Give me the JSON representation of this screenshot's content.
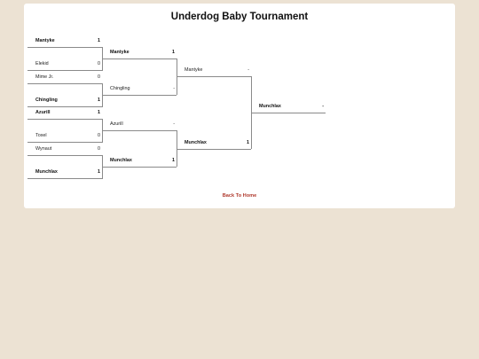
{
  "page": {
    "title": "Underdog Baby Tournament",
    "back_link": "Back To Home"
  },
  "bracket": {
    "round1": [
      {
        "name": "Mantyke",
        "score": "1",
        "winner": true
      },
      {
        "name": "Elekid",
        "score": "0",
        "winner": false
      },
      {
        "name": "Mime Jr.",
        "score": "0",
        "winner": false
      },
      {
        "name": "Chingling",
        "score": "1",
        "winner": true
      },
      {
        "name": "Azurill",
        "score": "1",
        "winner": true
      },
      {
        "name": "Toxel",
        "score": "0",
        "winner": false
      },
      {
        "name": "Wynaut",
        "score": "0",
        "winner": false
      },
      {
        "name": "Munchlax",
        "score": "1",
        "winner": true
      }
    ],
    "round2": [
      {
        "name": "Mantyke",
        "score": "1",
        "winner": true
      },
      {
        "name": "Chingling",
        "score": "-",
        "winner": false
      },
      {
        "name": "Azurill",
        "score": "-",
        "winner": false
      },
      {
        "name": "Munchlax",
        "score": "1",
        "winner": true
      }
    ],
    "round3": [
      {
        "name": "Mantyke",
        "score": "-",
        "winner": false
      },
      {
        "name": "Munchlax",
        "score": "1",
        "winner": true
      }
    ],
    "final": [
      {
        "name": "Munchlax",
        "score": "-",
        "winner": true
      }
    ]
  }
}
